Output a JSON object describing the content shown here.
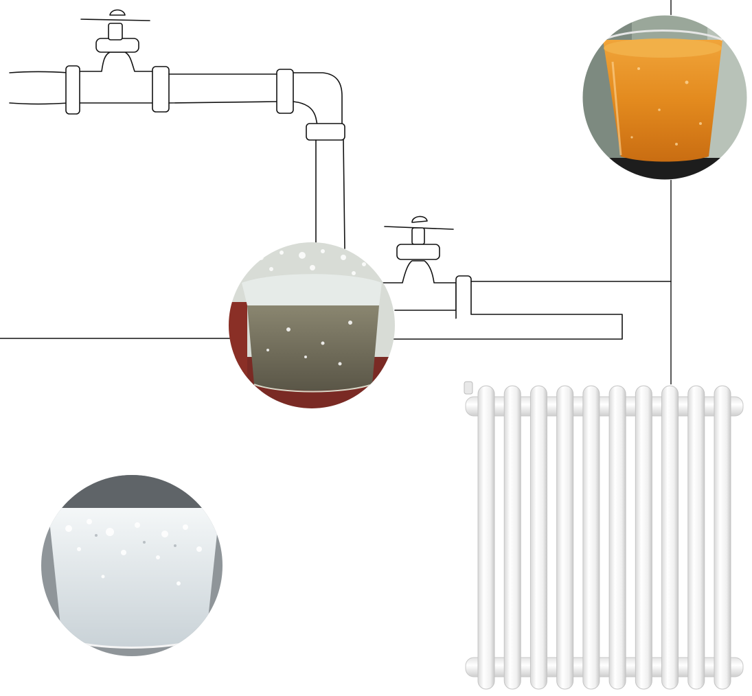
{
  "scene": {
    "background": "#ffffff",
    "line_color": "#111111"
  },
  "samples": [
    {
      "name": "orange-water-sample",
      "liquid_color": "#e08a1a"
    },
    {
      "name": "grey-water-sample",
      "liquid_color": "#6e6a58"
    },
    {
      "name": "clear-water-sample",
      "liquid_color": "#dfe6ea"
    }
  ],
  "radiator": {
    "color": "#f3f3f3",
    "column_count": 10
  }
}
